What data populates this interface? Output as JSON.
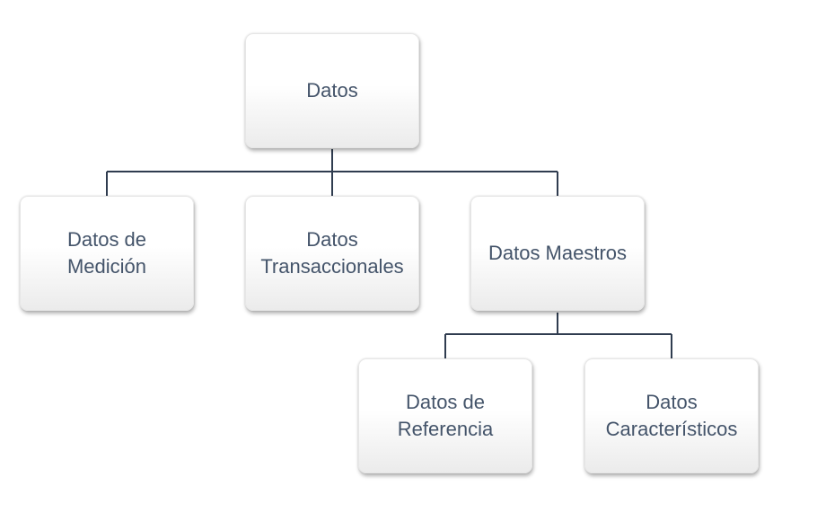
{
  "diagram": {
    "root": {
      "lines": [
        "Datos"
      ]
    },
    "level1": [
      {
        "lines": [
          "Datos de",
          "Medición"
        ]
      },
      {
        "lines": [
          "Datos",
          "Transaccionales"
        ]
      },
      {
        "lines": [
          "Datos Maestros"
        ]
      }
    ],
    "level2": [
      {
        "lines": [
          "Datos de",
          "Referencia"
        ]
      },
      {
        "lines": [
          "Datos",
          "Característicos"
        ]
      }
    ]
  },
  "colors": {
    "text": "#44546a",
    "connector": "#2f3c4f"
  }
}
